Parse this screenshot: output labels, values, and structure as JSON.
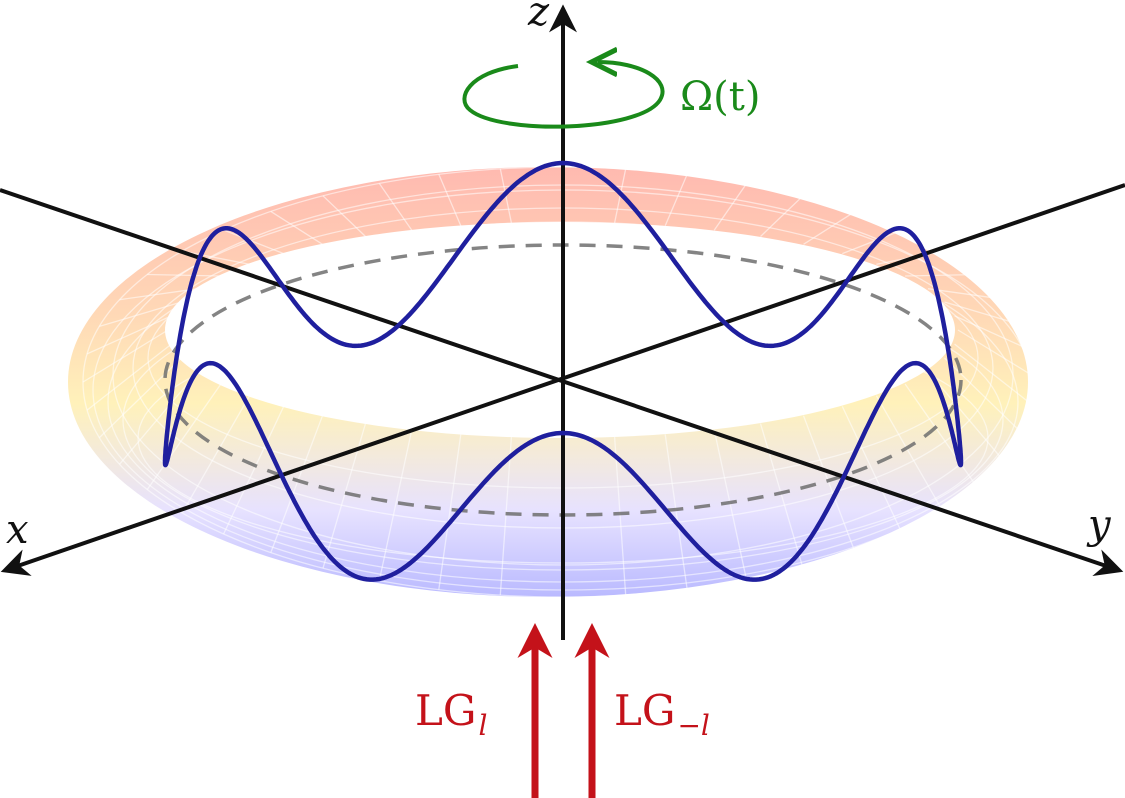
{
  "axes": {
    "x_label": "x",
    "y_label": "y",
    "z_label": "z"
  },
  "rotation": {
    "label": "Ω(t)",
    "color": "#1a8a1a"
  },
  "beams": [
    {
      "label_main": "LG",
      "label_sub": "l",
      "color": "#c4121a"
    },
    {
      "label_main": "LG",
      "label_sub": "−l",
      "color": "#c4121a"
    }
  ],
  "wave": {
    "color": "#1f1f9e",
    "lobes": 6
  },
  "torus": {
    "top_color": "#ff9a8a",
    "mid_color": "#ffe38a",
    "bottom_color": "#a9a9ff"
  }
}
